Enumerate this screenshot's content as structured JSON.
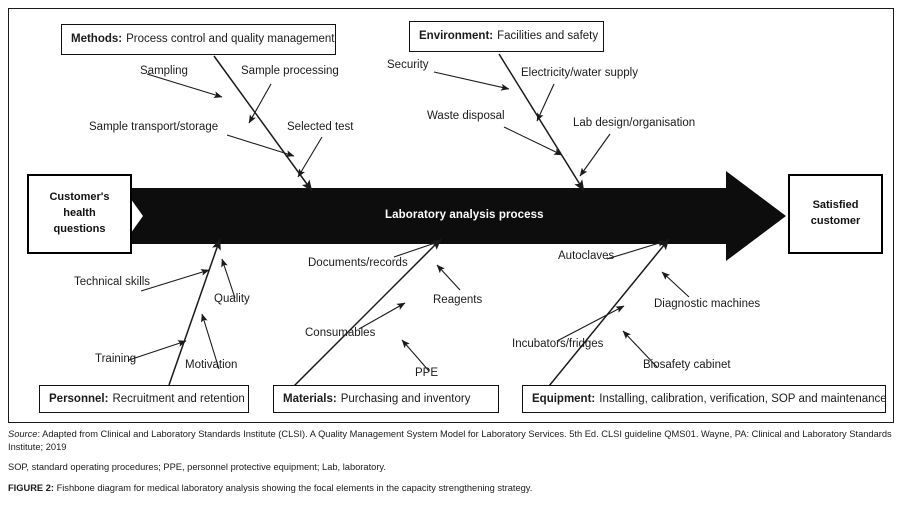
{
  "figure": {
    "type": "fishbone-diagram",
    "spine_label": "Laboratory analysis process",
    "start_box": "Customer's\nhealth\nquestions",
    "start_box_lines": [
      "Customer's",
      "health",
      "questions"
    ],
    "end_box_lines": [
      "Satisfied",
      "customer"
    ],
    "categories": [
      {
        "id": "methods",
        "key": "Methods:",
        "description": "Process control and quality management",
        "position": "top-left",
        "causes": [
          "Sampling",
          "Sample processing",
          "Sample transport/storage",
          "Selected test"
        ]
      },
      {
        "id": "environment",
        "key": "Environment:",
        "description": "Facilities and safety",
        "position": "top-right",
        "causes": [
          "Security",
          "Electricity/water supply",
          "Waste disposal",
          "Lab design/organisation"
        ]
      },
      {
        "id": "personnel",
        "key": "Personnel:",
        "description": "Recruitment and retention",
        "position": "bottom-left",
        "causes": [
          "Technical skills",
          "Quality",
          "Training",
          "Motivation"
        ]
      },
      {
        "id": "materials",
        "key": "Materials:",
        "description": "Purchasing and inventory",
        "position": "bottom-middle",
        "causes": [
          "Documents/records",
          "Reagents",
          "Consumables",
          "PPE"
        ]
      },
      {
        "id": "equipment",
        "key": "Equipment:",
        "description": "Installing, calibration, verification, SOP and maintenance",
        "position": "bottom-right",
        "causes": [
          "Autoclaves",
          "Diagnostic machines",
          "Incubators/fridges",
          "Biosafety cabinet"
        ]
      }
    ]
  },
  "labels": {
    "sampling": "Sampling",
    "sample_processing": "Sample processing",
    "sample_transport_storage": "Sample transport/storage",
    "selected_test": "Selected test",
    "security": "Security",
    "electricity_water_supply": "Electricity/water supply",
    "waste_disposal": "Waste disposal",
    "lab_design_organisation": "Lab design/organisation",
    "technical_skills": "Technical skills",
    "quality": "Quality",
    "training": "Training",
    "motivation": "Motivation",
    "documents_records": "Documents/records",
    "reagents": "Reagents",
    "consumables": "Consumables",
    "ppe": "PPE",
    "autoclaves": "Autoclaves",
    "diagnostic_machines": "Diagnostic machines",
    "incubators_fridges": "Incubators/fridges",
    "biosafety_cabinet": "Biosafety cabinet"
  },
  "boxes": {
    "methods_key": "Methods:",
    "methods_text": "Process control and quality management",
    "environment_key": "Environment:",
    "environment_text": "Facilities and safety",
    "personnel_key": "Personnel:",
    "personnel_text": "Recruitment and retention",
    "materials_key": "Materials:",
    "materials_text": "Purchasing and inventory",
    "equipment_key": "Equipment:",
    "equipment_text": "Installing, calibration, verification, SOP and maintenance",
    "start_line1": "Customer's",
    "start_line2": "health",
    "start_line3": "questions",
    "end_line1": "Satisfied",
    "end_line2": "customer"
  },
  "footer": {
    "source_word": "Source",
    "source_text": ": Adapted from Clinical and Laboratory Standards Institute (CLSI). A Quality Management System Model for Laboratory Services. 5th Ed. CLSI guideline QMS01. Wayne, PA: Clinical and Laboratory Standards Institute; 2019",
    "abbreviations": "SOP, standard operating procedures; PPE, personnel protective equipment; Lab, laboratory.",
    "figure_number": "FIGURE 2:",
    "figure_caption": " Fishbone diagram for medical laboratory analysis showing the focal elements in the capacity strengthening strategy."
  },
  "colors": {
    "spine_fill": "#0d0d0d",
    "line": "#1a1a1a",
    "text": "#1b1b1b",
    "background": "#ffffff"
  }
}
